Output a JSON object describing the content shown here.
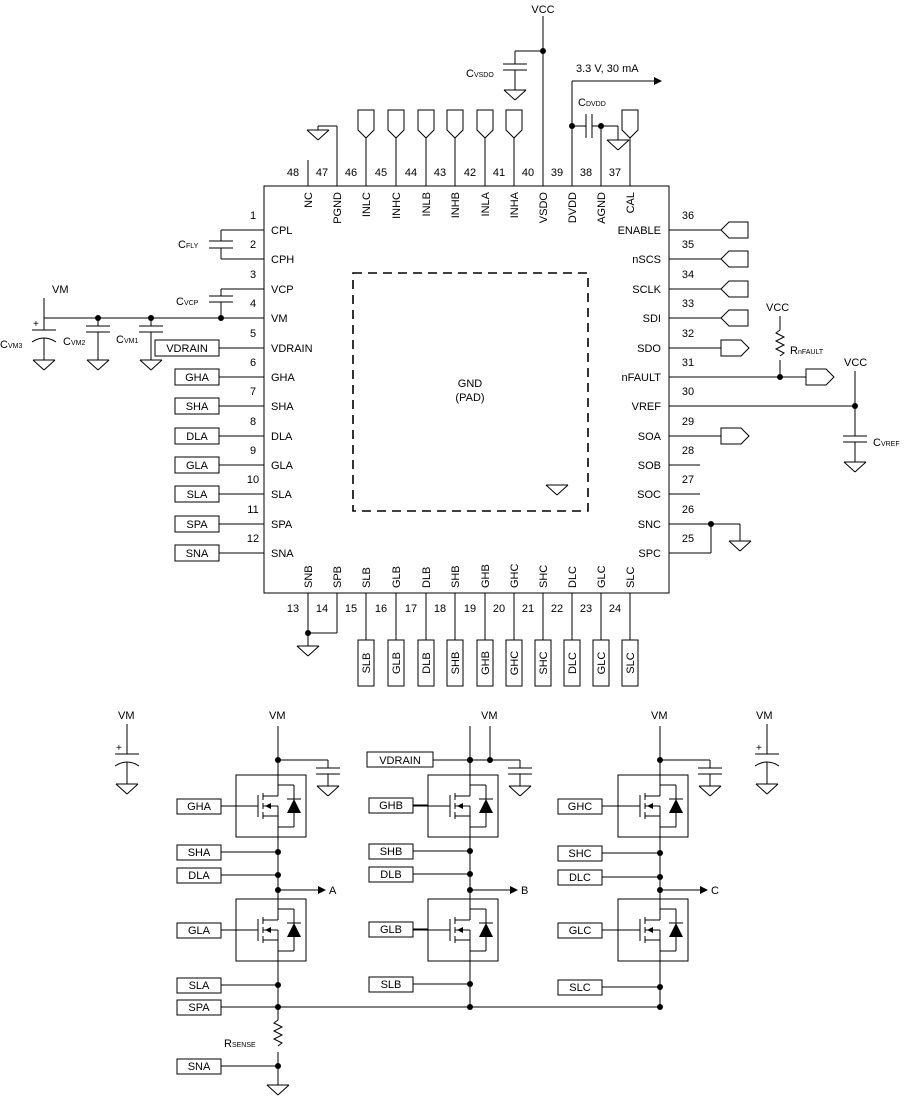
{
  "supply": {
    "vcc": "VCC",
    "vm": "VM",
    "rail": "3.3 V, 30 mA"
  },
  "components": {
    "cvsdo": [
      "C",
      "VSDO"
    ],
    "cdvdd": [
      "C",
      "DVDD"
    ],
    "cfly": [
      "C",
      "FLY"
    ],
    "cvcp": [
      "C",
      "VCP"
    ],
    "cvm1": [
      "C",
      "VM1"
    ],
    "cvm2": [
      "C",
      "VM2"
    ],
    "cvm3": [
      "C",
      "VM3"
    ],
    "rnfault": [
      "R",
      "nFAULT"
    ],
    "cvref": [
      "C",
      "VREF"
    ],
    "rsense": [
      "R",
      "SENSE"
    ]
  },
  "pad": [
    "GND",
    "(PAD)"
  ],
  "pins": {
    "left": [
      {
        "num": "1",
        "name": "CPL"
      },
      {
        "num": "2",
        "name": "CPH"
      },
      {
        "num": "3",
        "name": "VCP"
      },
      {
        "num": "4",
        "name": "VM"
      },
      {
        "num": "5",
        "name": "VDRAIN"
      },
      {
        "num": "6",
        "name": "GHA"
      },
      {
        "num": "7",
        "name": "SHA"
      },
      {
        "num": "8",
        "name": "DLA"
      },
      {
        "num": "9",
        "name": "GLA"
      },
      {
        "num": "10",
        "name": "SLA"
      },
      {
        "num": "11",
        "name": "SPA"
      },
      {
        "num": "12",
        "name": "SNA"
      }
    ],
    "bottom": [
      {
        "num": "13",
        "name": "SNB"
      },
      {
        "num": "14",
        "name": "SPB"
      },
      {
        "num": "15",
        "name": "SLB"
      },
      {
        "num": "16",
        "name": "GLB"
      },
      {
        "num": "17",
        "name": "DLB"
      },
      {
        "num": "18",
        "name": "SHB"
      },
      {
        "num": "19",
        "name": "GHB"
      },
      {
        "num": "20",
        "name": "GHC"
      },
      {
        "num": "21",
        "name": "SHC"
      },
      {
        "num": "22",
        "name": "DLC"
      },
      {
        "num": "23",
        "name": "GLC"
      },
      {
        "num": "24",
        "name": "SLC"
      }
    ],
    "right": [
      {
        "num": "25",
        "name": "SPC"
      },
      {
        "num": "26",
        "name": "SNC"
      },
      {
        "num": "27",
        "name": "SOC"
      },
      {
        "num": "28",
        "name": "SOB"
      },
      {
        "num": "29",
        "name": "SOA"
      },
      {
        "num": "30",
        "name": "VREF"
      },
      {
        "num": "31",
        "name": "nFAULT"
      },
      {
        "num": "32",
        "name": "SDO"
      },
      {
        "num": "33",
        "name": "SDI"
      },
      {
        "num": "34",
        "name": "SCLK"
      },
      {
        "num": "35",
        "name": "nSCS"
      },
      {
        "num": "36",
        "name": "ENABLE"
      }
    ],
    "top": [
      {
        "num": "37",
        "name": "CAL"
      },
      {
        "num": "38",
        "name": "AGND"
      },
      {
        "num": "39",
        "name": "DVDD"
      },
      {
        "num": "40",
        "name": "VSDO"
      },
      {
        "num": "41",
        "name": "INHA"
      },
      {
        "num": "42",
        "name": "INLA"
      },
      {
        "num": "43",
        "name": "INHB"
      },
      {
        "num": "44",
        "name": "INLB"
      },
      {
        "num": "45",
        "name": "INHC"
      },
      {
        "num": "46",
        "name": "INLC"
      },
      {
        "num": "47",
        "name": "PGND"
      },
      {
        "num": "48",
        "name": "NC"
      }
    ]
  },
  "left_tags": [
    "VDRAIN",
    "GHA",
    "SHA",
    "DLA",
    "GLA",
    "SLA",
    "SPA",
    "SNA"
  ],
  "bottom_tags": [
    "SLB",
    "GLB",
    "DLB",
    "SHB",
    "GHB",
    "GHC",
    "SHC",
    "DLC",
    "GLC",
    "SLC"
  ],
  "bridge": {
    "phases": [
      {
        "out": "A",
        "gh": "GHA",
        "sh": "SHA",
        "dl": "DLA",
        "gl": "GLA",
        "sl": "SLA"
      },
      {
        "out": "B",
        "gh": "GHB",
        "sh": "SHB",
        "dl": "DLB",
        "gl": "GLB",
        "sl": "SLB"
      },
      {
        "out": "C",
        "gh": "GHC",
        "sh": "SHC",
        "dl": "DLC",
        "gl": "GLC",
        "sl": "SLC"
      }
    ],
    "vdrain": "VDRAIN",
    "spa": "SPA",
    "sna": "SNA"
  }
}
